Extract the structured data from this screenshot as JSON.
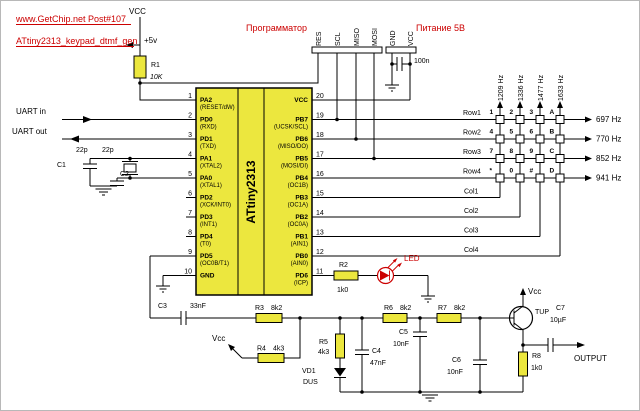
{
  "header": {
    "site_link": "www.GetChip.net  Post#107",
    "file_link": "ATtiny2313_keypad_dtmf_gen"
  },
  "power": {
    "vcc_label": "VCC",
    "plus5v_label": "+5v",
    "r1_name": "R1",
    "r1_value": "10K"
  },
  "programmer": {
    "label": "Программатор",
    "pins": [
      "RES",
      "SCL",
      "MISO",
      "MOSI"
    ]
  },
  "supply": {
    "label": "Питание 5В",
    "pins": [
      "GND",
      "VCC"
    ],
    "cap_value": "100n"
  },
  "uart": {
    "in_label": "UART in",
    "out_label": "UART out"
  },
  "crystal": {
    "c1_name": "C1",
    "c1_value": "22p",
    "c2_name": "C2",
    "c2_value": "22p"
  },
  "ic": {
    "name": "ATtiny2313",
    "left_pins": [
      {
        "num": "1",
        "name": "PA2",
        "func": "(RESET/dW)"
      },
      {
        "num": "2",
        "name": "PD0",
        "func": "(RXD)"
      },
      {
        "num": "3",
        "name": "PD1",
        "func": "(TXD)"
      },
      {
        "num": "4",
        "name": "PA1",
        "func": "(XTAL2)"
      },
      {
        "num": "5",
        "name": "PA0",
        "func": "(XTAL1)"
      },
      {
        "num": "6",
        "name": "PD2",
        "func": "(XCK/INT0)"
      },
      {
        "num": "7",
        "name": "PD3",
        "func": "(INT1)"
      },
      {
        "num": "8",
        "name": "PD4",
        "func": "(T0)"
      },
      {
        "num": "9",
        "name": "PD5",
        "func": "(OC0B/T1)"
      },
      {
        "num": "10",
        "name": "GND",
        "func": ""
      }
    ],
    "right_pins": [
      {
        "num": "20",
        "name": "VCC",
        "func": ""
      },
      {
        "num": "19",
        "name": "PB7",
        "func": "(UCSK/SCL)"
      },
      {
        "num": "18",
        "name": "PB6",
        "func": "(MISO/DO)"
      },
      {
        "num": "17",
        "name": "PB5",
        "func": "(MOSI/DI)"
      },
      {
        "num": "16",
        "name": "PB4",
        "func": "(OC1B)"
      },
      {
        "num": "15",
        "name": "PB3",
        "func": "(OC1A)"
      },
      {
        "num": "14",
        "name": "PB2",
        "func": "(OC0A)"
      },
      {
        "num": "13",
        "name": "PB1",
        "func": "(AIN1)"
      },
      {
        "num": "12",
        "name": "PB0",
        "func": "(AIN0)"
      },
      {
        "num": "11",
        "name": "PD6",
        "func": "(ICP)"
      }
    ]
  },
  "led": {
    "r_name": "R2",
    "r_value": "1k0",
    "label": "LED"
  },
  "keypad": {
    "col_freqs": [
      "1209 Hz",
      "1336 Hz",
      "1477 Hz",
      "1633 Hz"
    ],
    "row_labels": [
      "Row1",
      "Row2",
      "Row3",
      "Row4"
    ],
    "row_freqs": [
      "697 Hz",
      "770 Hz",
      "852 Hz",
      "941 Hz"
    ],
    "col_labels": [
      "Col1",
      "Col2",
      "Col3",
      "Col4"
    ],
    "keys": [
      [
        "1",
        "2",
        "3",
        "A"
      ],
      [
        "4",
        "5",
        "6",
        "B"
      ],
      [
        "7",
        "8",
        "9",
        "C"
      ],
      [
        "*",
        "0",
        "#",
        "D"
      ]
    ]
  },
  "filter": {
    "c3_name": "C3",
    "c3_value": "33nF",
    "r3_name": "R3",
    "r3_value": "8k2",
    "r4_name": "R4",
    "r4_value": "4k3",
    "vcc_bias": "Vcc",
    "r5_name": "R5",
    "r5_value": "4k3",
    "vd1_name": "VD1",
    "vd1_value": "DUS",
    "c4_name": "C4",
    "c4_value": "47nF",
    "c5_name": "C5",
    "c5_value": "10nF",
    "r6_name": "R6",
    "r6_value": "8k2",
    "r7_name": "R7",
    "r7_value": "8k2",
    "c6_name": "C6",
    "c6_value": "10nF",
    "transistor": "TUP",
    "vcc_out": "Vcc",
    "c7_name": "C7",
    "c7_value": "10µF",
    "r8_name": "R8",
    "r8_value": "1k0",
    "output": "OUTPUT"
  }
}
